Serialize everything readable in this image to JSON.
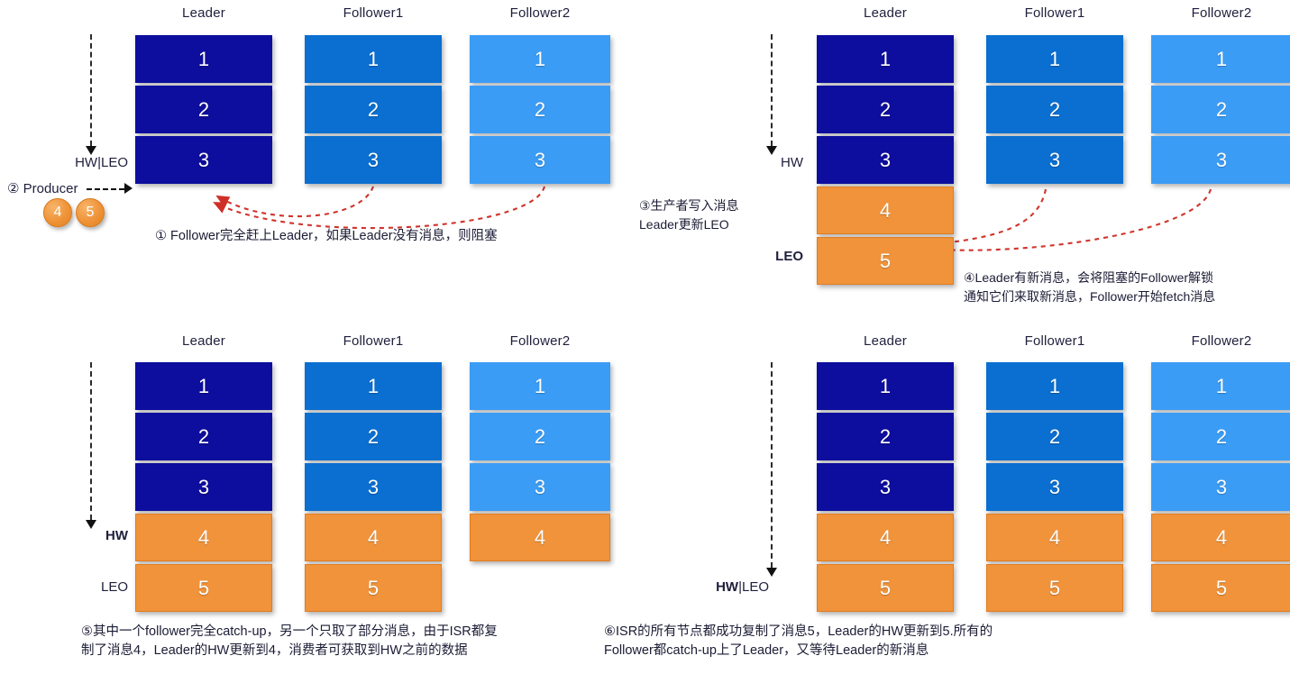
{
  "diagram": {
    "title": "Kafka HW / LEO replication stages",
    "colors": {
      "leader": "#0d0d9e",
      "follower1": "#0a6fd0",
      "follower2": "#3b9cf5",
      "new_message": "#f0933b",
      "arrow_red": "#d0342c",
      "arrow_black": "#111111"
    },
    "column_headers": [
      "Leader",
      "Follower1",
      "Follower2"
    ]
  },
  "panels": [
    {
      "id": "panel-1",
      "headers": [
        "Leader",
        "Follower1",
        "Follower2"
      ],
      "columns": [
        {
          "role": "leader",
          "cells": [
            {
              "value": "1",
              "kind": "base"
            },
            {
              "value": "2",
              "kind": "base"
            },
            {
              "value": "3",
              "kind": "base"
            }
          ]
        },
        {
          "role": "follower1",
          "cells": [
            {
              "value": "1",
              "kind": "base"
            },
            {
              "value": "2",
              "kind": "base"
            },
            {
              "value": "3",
              "kind": "base"
            }
          ]
        },
        {
          "role": "follower2",
          "cells": [
            {
              "value": "1",
              "kind": "base"
            },
            {
              "value": "2",
              "kind": "base"
            },
            {
              "value": "3",
              "kind": "base"
            }
          ]
        }
      ],
      "markers": [
        {
          "text": "HW|LEO",
          "bold": false
        }
      ],
      "producer": {
        "step": "②",
        "label": "Producer",
        "messages": [
          "4",
          "5"
        ]
      },
      "caption": "① Follower完全赶上Leader，如果Leader没有消息，则阻塞"
    },
    {
      "id": "panel-2",
      "headers": [
        "Leader",
        "Follower1",
        "Follower2"
      ],
      "columns": [
        {
          "role": "leader",
          "cells": [
            {
              "value": "1",
              "kind": "base"
            },
            {
              "value": "2",
              "kind": "base"
            },
            {
              "value": "3",
              "kind": "base"
            },
            {
              "value": "4",
              "kind": "new"
            },
            {
              "value": "5",
              "kind": "new"
            }
          ]
        },
        {
          "role": "follower1",
          "cells": [
            {
              "value": "1",
              "kind": "base"
            },
            {
              "value": "2",
              "kind": "base"
            },
            {
              "value": "3",
              "kind": "base"
            }
          ]
        },
        {
          "role": "follower2",
          "cells": [
            {
              "value": "1",
              "kind": "base"
            },
            {
              "value": "2",
              "kind": "base"
            },
            {
              "value": "3",
              "kind": "base"
            }
          ]
        }
      ],
      "markers": [
        {
          "text": "HW",
          "bold": false
        },
        {
          "text": "LEO",
          "bold": true
        }
      ],
      "note_left": {
        "line1": "③生产者写入消息",
        "line2": "Leader更新LEO"
      },
      "note_right": {
        "line1": "④Leader有新消息，会将阻塞的Follower解锁",
        "line2": "通知它们来取新消息，Follower开始fetch消息"
      }
    },
    {
      "id": "panel-3",
      "headers": [
        "Leader",
        "Follower1",
        "Follower2"
      ],
      "columns": [
        {
          "role": "leader",
          "cells": [
            {
              "value": "1",
              "kind": "base"
            },
            {
              "value": "2",
              "kind": "base"
            },
            {
              "value": "3",
              "kind": "base"
            },
            {
              "value": "4",
              "kind": "new"
            },
            {
              "value": "5",
              "kind": "new"
            }
          ]
        },
        {
          "role": "follower1",
          "cells": [
            {
              "value": "1",
              "kind": "base"
            },
            {
              "value": "2",
              "kind": "base"
            },
            {
              "value": "3",
              "kind": "base"
            },
            {
              "value": "4",
              "kind": "new"
            },
            {
              "value": "5",
              "kind": "new"
            }
          ]
        },
        {
          "role": "follower2",
          "cells": [
            {
              "value": "1",
              "kind": "base"
            },
            {
              "value": "2",
              "kind": "base"
            },
            {
              "value": "3",
              "kind": "base"
            },
            {
              "value": "4",
              "kind": "new"
            }
          ]
        }
      ],
      "markers": [
        {
          "text": "HW",
          "bold": true
        },
        {
          "text": "LEO",
          "bold": false
        }
      ],
      "caption_line1": "⑤其中一个follower完全catch-up，另一个只取了部分消息，由于ISR都复",
      "caption_line2": "制了消息4，Leader的HW更新到4，消费者可获取到HW之前的数据"
    },
    {
      "id": "panel-4",
      "headers": [
        "Leader",
        "Follower1",
        "Follower2"
      ],
      "columns": [
        {
          "role": "leader",
          "cells": [
            {
              "value": "1",
              "kind": "base"
            },
            {
              "value": "2",
              "kind": "base"
            },
            {
              "value": "3",
              "kind": "base"
            },
            {
              "value": "4",
              "kind": "new"
            },
            {
              "value": "5",
              "kind": "new"
            }
          ]
        },
        {
          "role": "follower1",
          "cells": [
            {
              "value": "1",
              "kind": "base"
            },
            {
              "value": "2",
              "kind": "base"
            },
            {
              "value": "3",
              "kind": "base"
            },
            {
              "value": "4",
              "kind": "new"
            },
            {
              "value": "5",
              "kind": "new"
            }
          ]
        },
        {
          "role": "follower2",
          "cells": [
            {
              "value": "1",
              "kind": "base"
            },
            {
              "value": "2",
              "kind": "base"
            },
            {
              "value": "3",
              "kind": "base"
            },
            {
              "value": "4",
              "kind": "new"
            },
            {
              "value": "5",
              "kind": "new"
            }
          ]
        }
      ],
      "markers": [
        {
          "text": "HW",
          "bold": true
        },
        {
          "text": "|LEO",
          "bold": false
        }
      ],
      "caption_line1": "⑥ISR的所有节点都成功复制了消息5，Leader的HW更新到5.所有的",
      "caption_line2": "Follower都catch-up上了Leader，又等待Leader的新消息"
    }
  ]
}
